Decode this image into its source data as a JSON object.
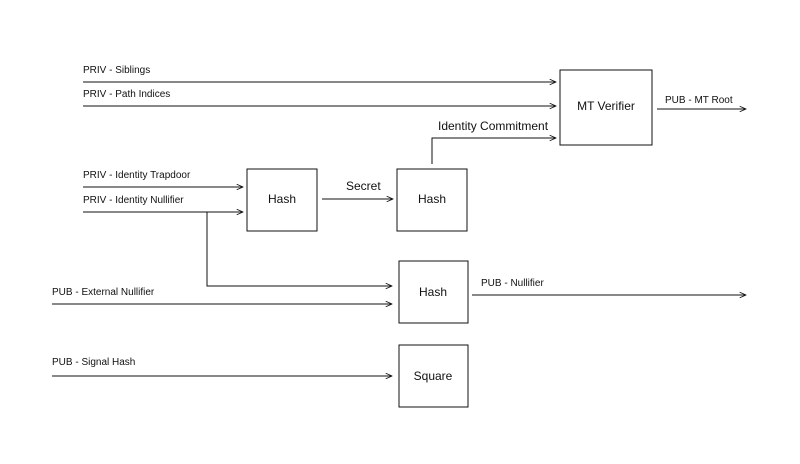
{
  "inputs": {
    "priv_siblings": "PRIV - Siblings",
    "priv_path_indices": "PRIV - Path Indices",
    "priv_identity_trapdoor": "PRIV - Identity Trapdoor",
    "priv_identity_nullifier": "PRIV - Identity Nullifier",
    "pub_external_nullifier": "PUB - External Nullifier",
    "pub_signal_hash": "PUB - Signal Hash"
  },
  "blocks": {
    "mt_verifier": "MT Verifier",
    "hash_1": "Hash",
    "hash_2": "Hash",
    "hash_3": "Hash",
    "square": "Square"
  },
  "edges": {
    "secret": "Secret",
    "identity_commitment": "Identity Commitment"
  },
  "outputs": {
    "pub_mt_root": "PUB - MT Root",
    "pub_nullifier": "PUB - Nullifier"
  }
}
